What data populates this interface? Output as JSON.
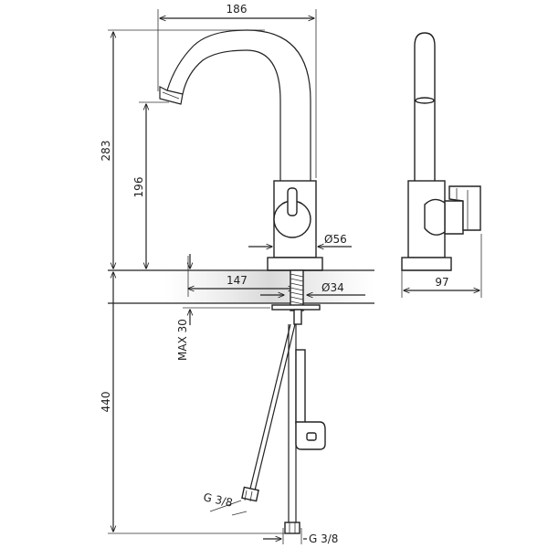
{
  "dimensions": {
    "width_total": "186",
    "height_total": "283",
    "spout_height": "196",
    "body_diameter": "Ø56",
    "reach": "147",
    "hole_diameter": "Ø34",
    "max_deck": "MAX 30",
    "hose_length": "440",
    "side_depth": "97",
    "thread_left": "G 3/8",
    "thread_right": "G 3/8"
  },
  "colors": {
    "line": "#222222",
    "shade": "#d9d9d9"
  }
}
